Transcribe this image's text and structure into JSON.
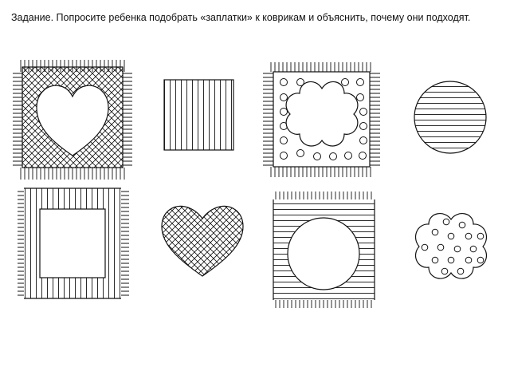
{
  "task_text": "Задание. Попросите ребенка подобрать «заплатки» к коврикам и объяснить, почему они подходят.",
  "colors": {
    "ink": "#111111",
    "paper": "#ffffff"
  },
  "rugs": [
    {
      "name": "rug-crosshatch-heart-hole",
      "pattern": "crosshatch",
      "hole_shape": "heart"
    },
    {
      "name": "rug-dots-flower-hole",
      "pattern": "dots",
      "hole_shape": "flower"
    },
    {
      "name": "rug-vertical-stripes-square-hole",
      "pattern": "vertical-stripes",
      "hole_shape": "square"
    },
    {
      "name": "rug-horizontal-stripes-circle-hole",
      "pattern": "horizontal-stripes",
      "hole_shape": "circle"
    }
  ],
  "patches": [
    {
      "name": "patch-square-vertical-stripes",
      "shape": "square",
      "pattern": "vertical-stripes"
    },
    {
      "name": "patch-circle-horizontal-stripes",
      "shape": "circle",
      "pattern": "horizontal-stripes"
    },
    {
      "name": "patch-heart-crosshatch",
      "shape": "heart",
      "pattern": "crosshatch"
    },
    {
      "name": "patch-flower-dots",
      "shape": "flower",
      "pattern": "dots"
    }
  ]
}
